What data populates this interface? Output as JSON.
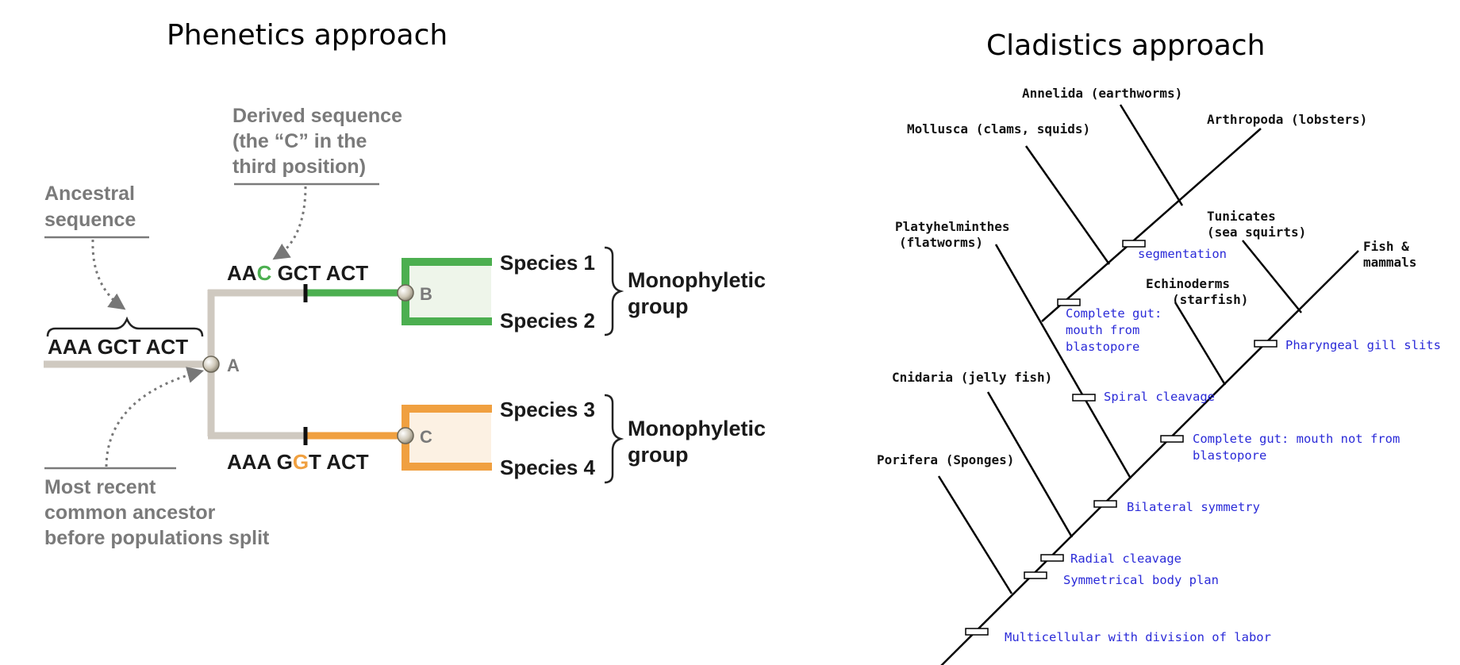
{
  "phenetics": {
    "title": "Phenetics approach",
    "ancestral_label": [
      "Ancestral",
      "sequence"
    ],
    "derived_label": [
      "Derived sequence",
      "(the “C” in the",
      "third position)"
    ],
    "mrca_label": [
      "Most recent",
      "common ancestor",
      "before populations split"
    ],
    "root_sequence": "AAA GCT ACT",
    "upper_sequence": {
      "prefix": "AA",
      "highlight": "C",
      "suffix": " GCT ACT"
    },
    "lower_sequence": {
      "prefix": "AAA G",
      "highlight": "G",
      "suffix": "T ACT"
    },
    "nodes": [
      "A",
      "B",
      "C"
    ],
    "species": [
      "Species 1",
      "Species 2",
      "Species 3",
      "Species 4"
    ],
    "group_label": [
      "Monophyletic",
      "group"
    ],
    "colors": {
      "green": "#4caf50",
      "orange": "#f0a040",
      "stem": "#cfc9c0",
      "grey_text": "#7a7a7a"
    }
  },
  "cladistics": {
    "title": "Cladistics approach",
    "taxa": {
      "porifera": "Porifera (Sponges)",
      "cnidaria": "Cnidaria (jelly fish)",
      "platyhelminthes": [
        "Platyhelminthes",
        "(flatworms)"
      ],
      "mollusca": "Mollusca (clams, squids)",
      "annelida": "Annelida (earthworms)",
      "arthropoda": "Arthropoda (lobsters)",
      "echinoderms": [
        "Echinoderms",
        "(starfish)"
      ],
      "tunicates": [
        "Tunicates",
        "(sea squirts)"
      ],
      "fish": [
        "Fish &",
        "mammals"
      ]
    },
    "traits": {
      "multicellular": "Multicellular with division of labor",
      "symmetrical": "Symmetrical body plan",
      "radial": "Radial cleavage",
      "bilateral": "Bilateral symmetry",
      "spiral": "Spiral cleavage",
      "complete_gut_proto": [
        "Complete gut:",
        "mouth from",
        "blastopore"
      ],
      "segmentation": "segmentation",
      "complete_gut_deut": [
        "Complete gut: mouth not from",
        "blastopore"
      ],
      "pharyngeal": "Pharyngeal gill slits"
    }
  }
}
